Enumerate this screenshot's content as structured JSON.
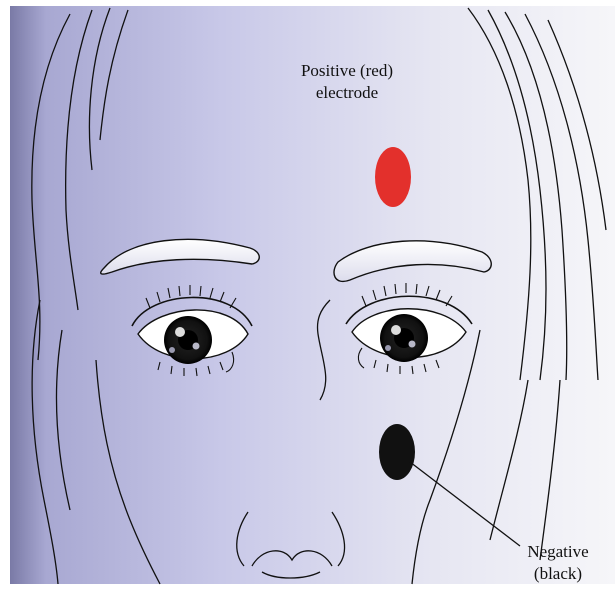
{
  "labels": {
    "positive": {
      "line1": "Positive (red)",
      "line2": "electrode"
    },
    "negative": {
      "line1": "Negative",
      "line2": "(black)"
    }
  },
  "colors": {
    "positive_electrode": "#e3302c",
    "negative_electrode": "#111111",
    "background_left": "#b2b2d8",
    "background_right": "#f4f4f8",
    "line": "#111111"
  },
  "icons": {
    "face": "face-line-drawing",
    "positive_electrode": "red-electrode-dot",
    "negative_electrode": "black-electrode-dot"
  }
}
